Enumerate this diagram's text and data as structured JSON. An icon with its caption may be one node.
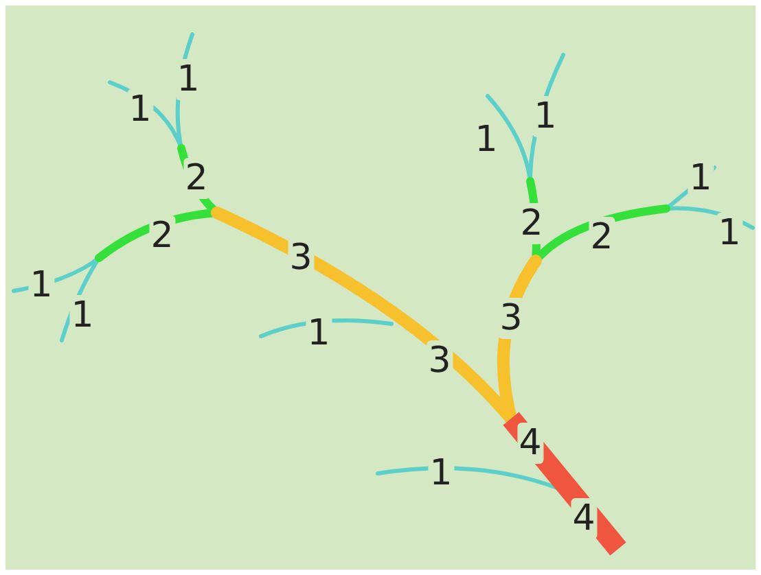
{
  "diagram": {
    "labels": [
      "1",
      "1",
      "1",
      "1",
      "2",
      "1",
      "2",
      "2",
      "2",
      "1",
      "3",
      "1",
      "1",
      "1",
      "3",
      "3",
      "4",
      "1",
      "4"
    ]
  }
}
